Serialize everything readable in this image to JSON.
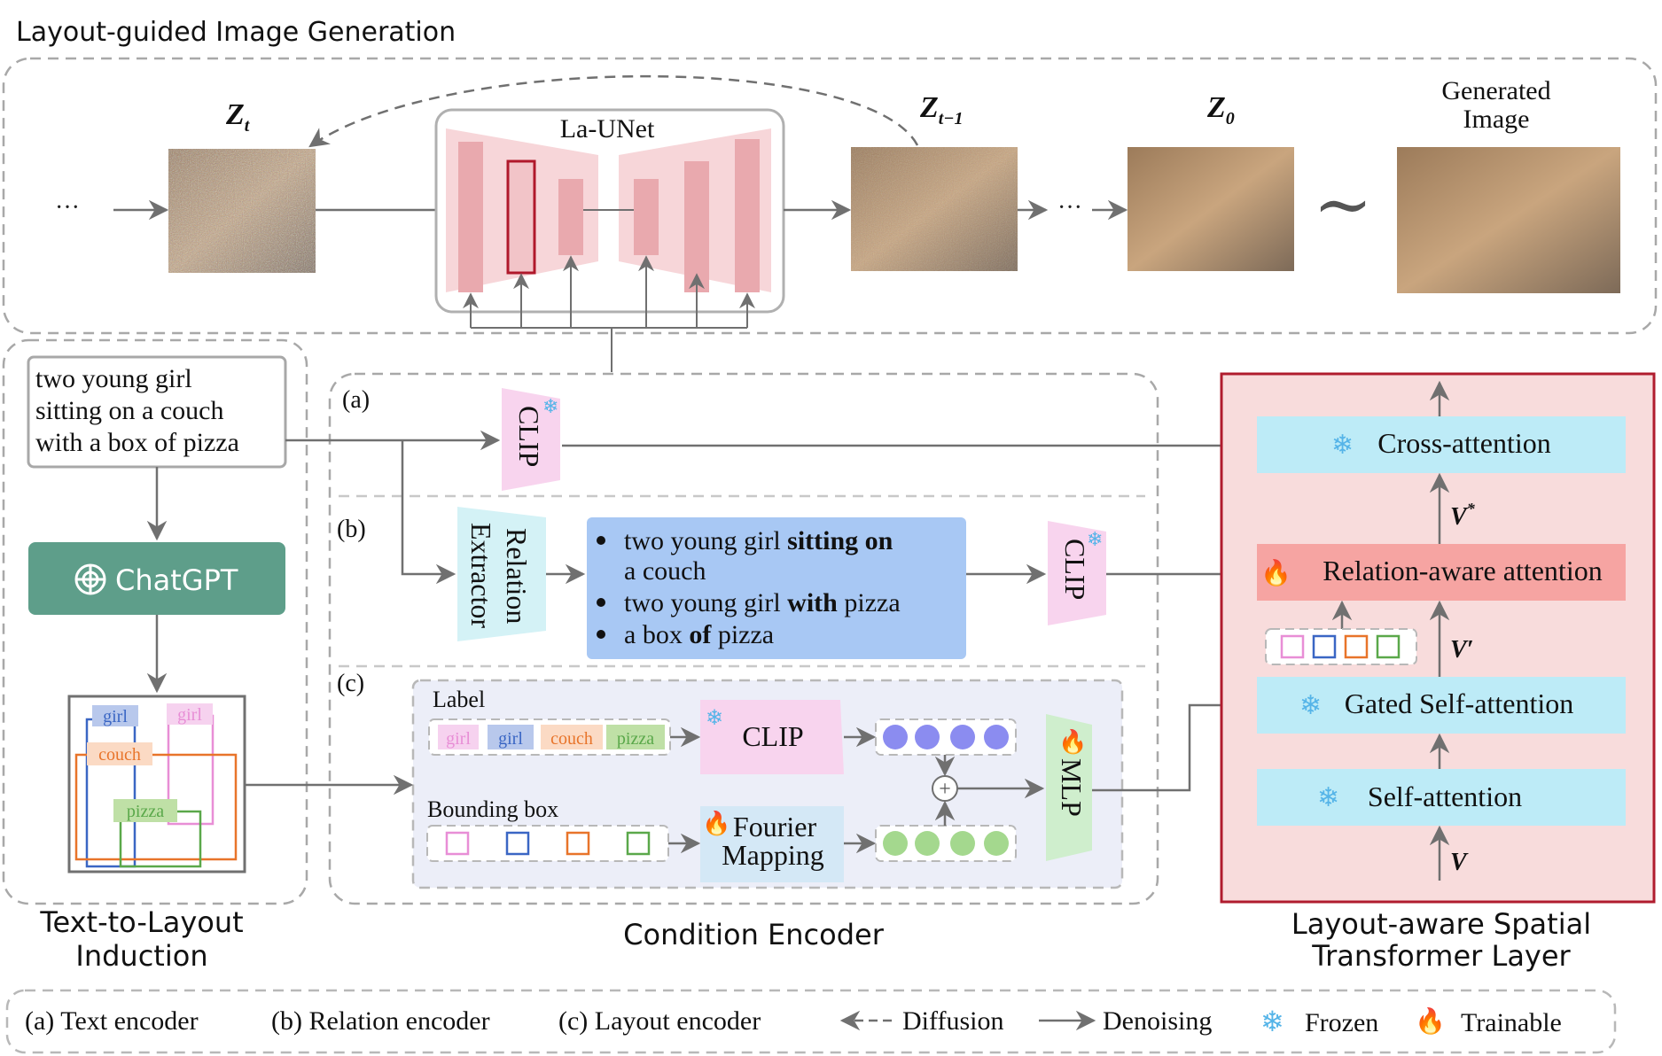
{
  "sections": {
    "top_title": "Layout-guided Image Generation",
    "text_to_layout": [
      "Text-to-Layout",
      "Induction"
    ],
    "condition_encoder": "Condition Encoder",
    "layout_aware": [
      "Layout-aware Spatial",
      "Transformer Layer"
    ]
  },
  "top": {
    "dots_left": "···",
    "zt": "Z",
    "zt_sub": "t",
    "unet": "La-UNet",
    "zt1": "Z",
    "zt1_sub": "t−1",
    "z0": "Z",
    "z0_sub": "0",
    "dots_mid": "···",
    "generated": [
      "Generated",
      "Image"
    ],
    "tilde": "∼"
  },
  "left": {
    "prompt_lines": [
      "two young girl",
      "sitting on a couch",
      "with a box of pizza"
    ],
    "chatgpt": "ChatGPT",
    "layout_labels": [
      "girl",
      "girl",
      "couch",
      "pizza"
    ]
  },
  "encoder": {
    "tag_a": "(a)",
    "tag_b": "(b)",
    "tag_c": "(c)",
    "clip": "CLIP",
    "relation_extractor": [
      "Relation",
      "Extractor"
    ],
    "relations": [
      {
        "pre": "two young girl ",
        "rel": "sitting on",
        "post": ""
      },
      {
        "pre": "a couch",
        "rel": "",
        "post": ""
      },
      {
        "pre": "two young girl ",
        "rel": "with",
        "post": " pizza"
      },
      {
        "pre": "a box ",
        "rel": "of",
        "post": " pizza"
      }
    ],
    "label_title": "Label",
    "label_chips": [
      "girl",
      "girl",
      "couch",
      "pizza"
    ],
    "bbox_title": "Bounding box",
    "fourier": [
      "Fourier",
      "Mapping"
    ],
    "mlp": "MLP",
    "plus": "+"
  },
  "transformer": {
    "cross": "Cross-attention",
    "relation": "Relation-aware attention",
    "gated": "Gated Self-attention",
    "self": "Self-attention",
    "v_star": "V",
    "v_star_sup": "*",
    "v_prime": "V′",
    "v": "V"
  },
  "legend": {
    "a": "(a) Text encoder",
    "b": "(b) Relation encoder",
    "c": "(c)  Layout encoder",
    "diffusion": "Diffusion",
    "denoising": "Denoising",
    "frozen": "Frozen",
    "trainable": "Trainable"
  },
  "colors": {
    "chip_pink": "#e88ed6",
    "chip_blue": "#3a66c4",
    "chip_orange": "#e8742a",
    "chip_green": "#5aa84a",
    "chatgpt_bg": "#5e9e8a",
    "relation_bg": "#a8c8f4",
    "cross_bg": "#bdebf7",
    "relattn_bg": "#f6a4a2",
    "panel_red": "#b01c2e"
  }
}
